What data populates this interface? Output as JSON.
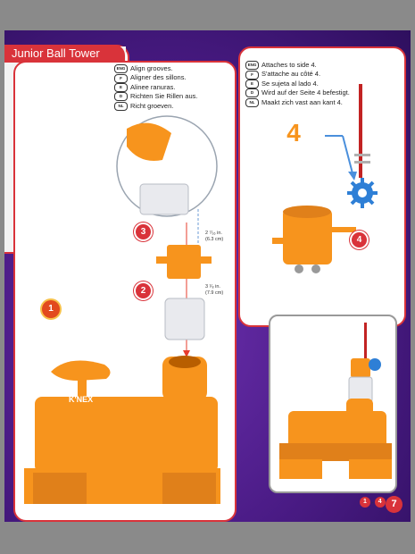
{
  "title": "Junior Ball Tower",
  "instructions_left": [
    {
      "badge": "ENG",
      "text": "Align grooves."
    },
    {
      "badge": "F",
      "text": "Aligner des sillons."
    },
    {
      "badge": "E",
      "text": "Alinee ranuras."
    },
    {
      "badge": "D",
      "text": "Richten Sie Rillen aus."
    },
    {
      "badge": "NL",
      "text": "Richt groeven."
    }
  ],
  "instructions_right": [
    {
      "badge": "ENG",
      "text": "Attaches to side 4."
    },
    {
      "badge": "F",
      "text": "S'attache au côté 4."
    },
    {
      "badge": "E",
      "text": "Se sujeta al lado 4."
    },
    {
      "badge": "D",
      "text": "Wird auf der Seite 4 befestigt."
    },
    {
      "badge": "NL",
      "text": "Maakt zich vast aan kant 4."
    }
  ],
  "steps": {
    "one": "1",
    "two": "2",
    "three": "3",
    "four": "4"
  },
  "side_marker": "4",
  "dimensions": {
    "upper_fraction": "2 ⁷⁄₁₆ in.",
    "upper_metric": "(6.3 cm)",
    "lower_fraction": "3 ¹⁄₈ in.",
    "lower_metric": "(7.9 cm)"
  },
  "range": {
    "from": "1",
    "dash": "-",
    "to": "4"
  },
  "logo_text": "K'NEX",
  "page_number": "7",
  "colors": {
    "accent": "#d9333a",
    "orange": "#f7941d",
    "purple": "#4a1b85"
  }
}
